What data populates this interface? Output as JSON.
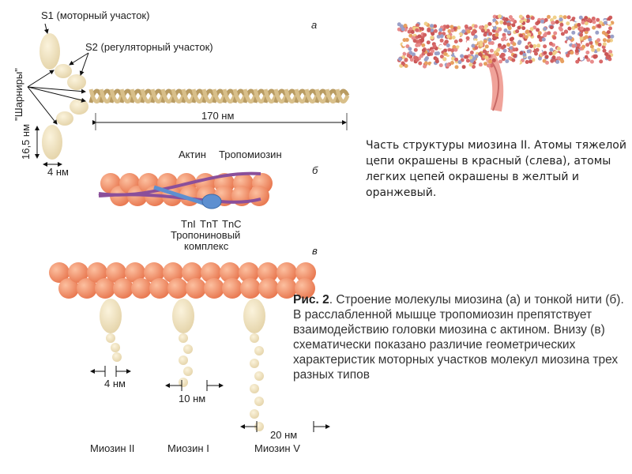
{
  "diagram_a": {
    "panel": "а",
    "s1": "S1 (моторный участок)",
    "s2": "S2 (регуляторный участок)",
    "hinges": "\"Шарниры\"",
    "length": "170 нм",
    "height": "16,5 нм",
    "width": "4 нм"
  },
  "diagram_b": {
    "panel": "б",
    "actin": "Актин",
    "tropomyosin": "Тропомиозин",
    "tni": "TnI",
    "tnt": "TnT",
    "tnc": "TnC",
    "complex1": "Тропониновый",
    "complex2": "комплекс"
  },
  "diagram_c": {
    "panel": "в",
    "m2_size": "4 нм",
    "m1_size": "10 нм",
    "m5_size": "20 нм",
    "m2": "Миозин II",
    "m1": "Миозин I",
    "m5": "Миозин V"
  },
  "side_text": [
    "Часть структуры миозина II. Атомы тяжелой",
    "цепи окрашены в красный (слева), атомы",
    "легких цепей окрашены в желтый и",
    "оранжевый."
  ],
  "caption": {
    "bold": "Рис. 2",
    "text": ". Строение молекулы миозина (а) и тонкой нити (б). В расслабленной мышце тропомиозин препятствует взаимодействию головки миозина с актином. Внизу (в) схематически показано различие геометрических характеристик моторных участков молекул миозина трех разных типов"
  }
}
